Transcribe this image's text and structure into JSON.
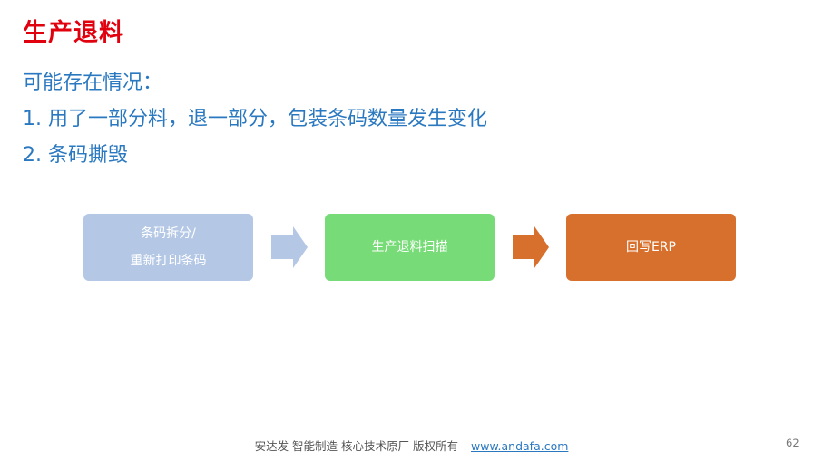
{
  "slide": {
    "title": "生产退料",
    "lines": [
      "可能存在情况：",
      "1.  用了一部分料，退一部分，包装条码数量发生变化",
      "2.  条码撕毁"
    ]
  },
  "flow": {
    "steps": [
      {
        "lines": [
          "条码拆分/",
          "重新打印条码"
        ],
        "color": "#b4c8e6"
      },
      {
        "lines": [
          "生产退料扫描"
        ],
        "color": "#77dc77"
      },
      {
        "lines": [
          "回写ERP"
        ],
        "color": "#d8702d"
      }
    ],
    "arrows": [
      {
        "color": "#b4c8e6"
      },
      {
        "color": "#d8702d"
      }
    ]
  },
  "footer": {
    "text": "安达发   智能制造 核心技术原厂    版权所有",
    "link": "www.andafa.com",
    "page_number": "62"
  }
}
